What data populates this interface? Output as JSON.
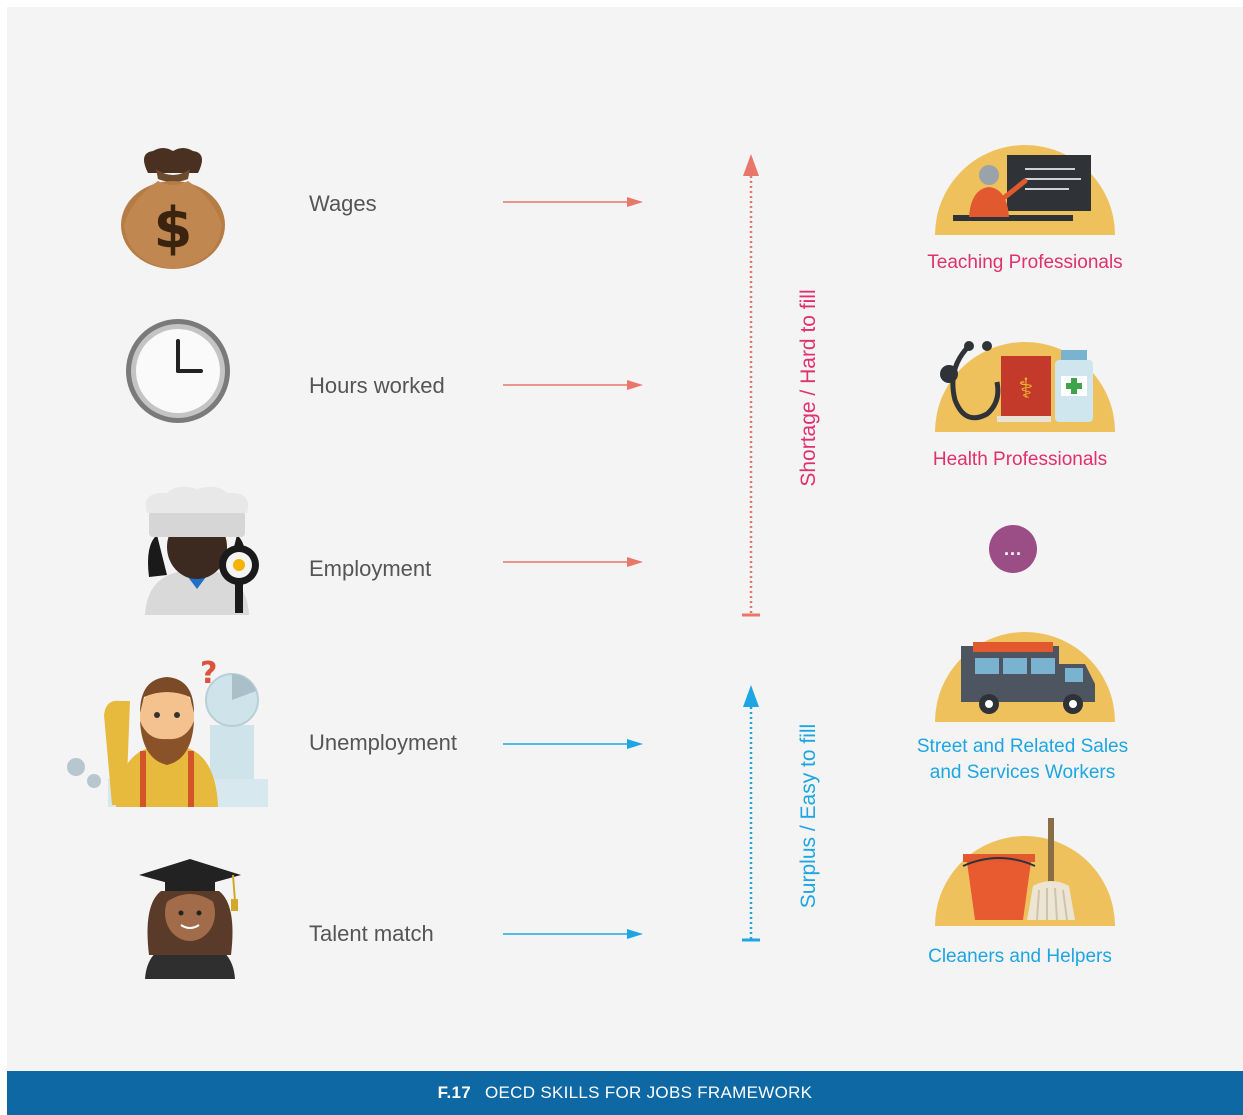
{
  "indicators": [
    {
      "label": "Wages",
      "icon": "money-bag-icon"
    },
    {
      "label": "Hours worked",
      "icon": "clock-icon"
    },
    {
      "label": "Employment",
      "icon": "chef-icon"
    },
    {
      "label": "Unemployment",
      "icon": "confused-man-icon"
    },
    {
      "label": "Talent match",
      "icon": "graduate-icon"
    }
  ],
  "scale": {
    "shortage_label": "Shortage / Hard to fill",
    "surplus_label": "Surplus / Easy to fill",
    "shortage_color": "#e8776a",
    "surplus_color": "#1da6e2"
  },
  "occupations": [
    {
      "label": "Teaching Professionals",
      "color": "#e0306e",
      "icon": "teacher-blackboard-icon"
    },
    {
      "label": "Health Professionals",
      "color": "#e0306e",
      "icon": "medical-stethoscope-icon"
    },
    {
      "label": "Street and Related Sales and Services Workers",
      "line1": "Street and Related Sales",
      "line2": "and Services Workers",
      "color": "#1da6e2",
      "icon": "food-truck-icon"
    },
    {
      "label": "Cleaners and Helpers",
      "color": "#1da6e2",
      "icon": "bucket-mop-icon"
    }
  ],
  "ellipsis": "...",
  "footer": {
    "code": "F.17",
    "title": "OECD SKILLS FOR JOBS FRAMEWORK",
    "background": "#0d68a4"
  }
}
